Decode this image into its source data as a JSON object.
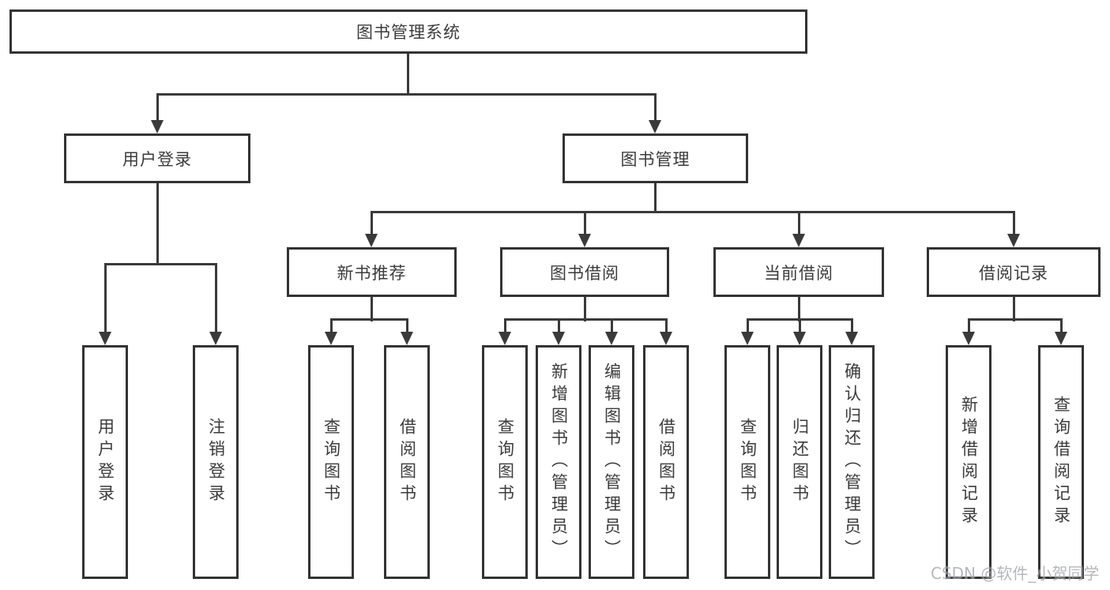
{
  "tree": {
    "root": {
      "label": "图书管理系统"
    },
    "branches": [
      {
        "label": "用户登录",
        "children": [
          {
            "label": "用户登录"
          },
          {
            "label": "注销登录"
          }
        ]
      },
      {
        "label": "图书管理",
        "children": [
          {
            "label": "新书推荐",
            "children": [
              {
                "label": "查询图书"
              },
              {
                "label": "借阅图书"
              }
            ]
          },
          {
            "label": "图书借阅",
            "children": [
              {
                "label": "查询图书"
              },
              {
                "label": "新增图书（管理员）"
              },
              {
                "label": "编辑图书（管理员）"
              },
              {
                "label": "借阅图书"
              }
            ]
          },
          {
            "label": "当前借阅",
            "children": [
              {
                "label": "查询图书"
              },
              {
                "label": "归还图书"
              },
              {
                "label": "确认归还（管理员）"
              }
            ]
          },
          {
            "label": "借阅记录",
            "children": [
              {
                "label": "新增借阅记录"
              },
              {
                "label": "查询借阅记录"
              }
            ]
          }
        ]
      }
    ]
  },
  "watermark": {
    "text": "CSDN @软件_小贺同学"
  },
  "colors": {
    "line": "#3a3a3a",
    "border": "#333333",
    "text": "#3b3b3b",
    "watermark": "#9ba1a8",
    "background": "#ffffff"
  }
}
